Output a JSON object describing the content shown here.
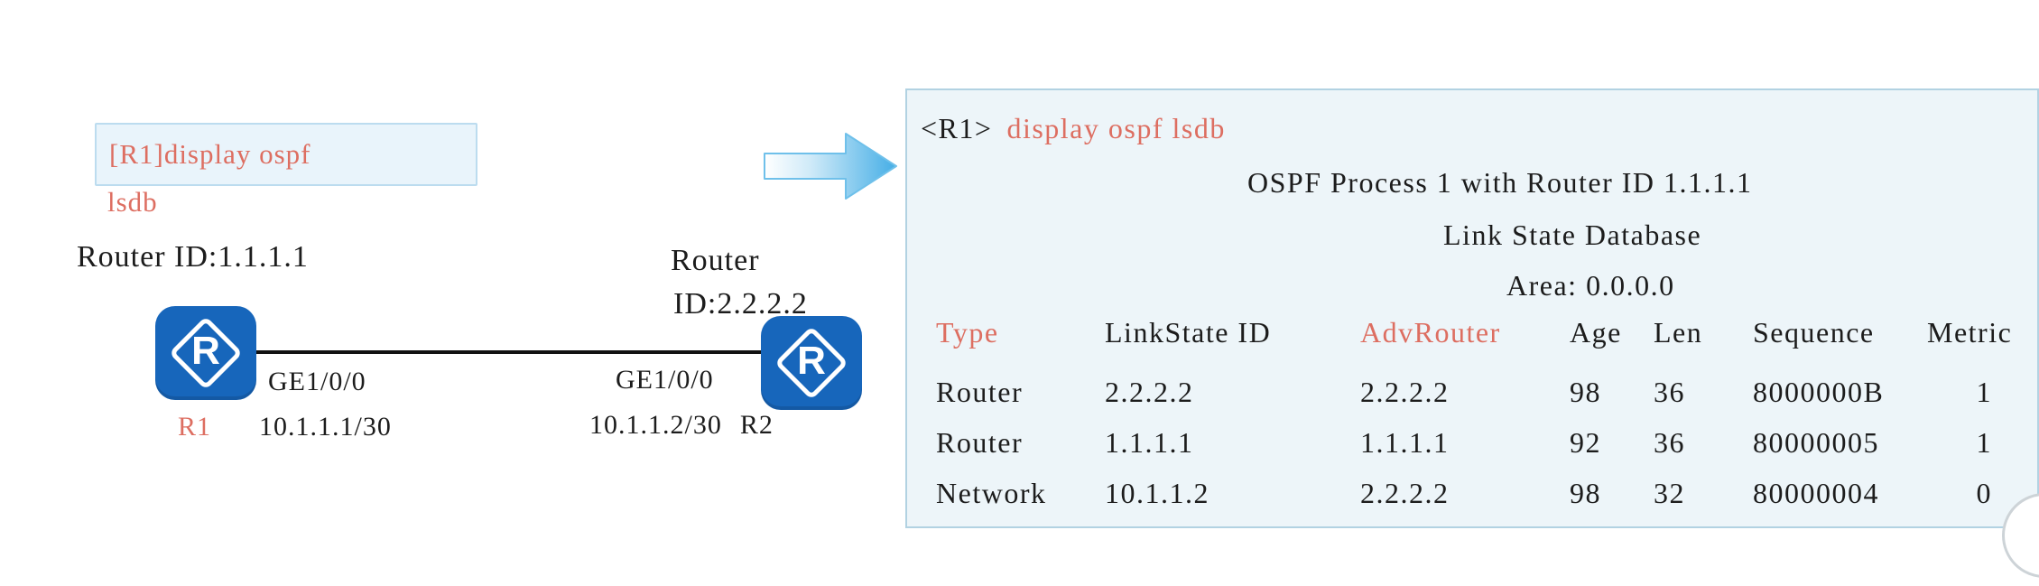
{
  "colors": {
    "accent_salmon": "#dd6e61",
    "router_blue": "#1766bb",
    "panel_bg": "#edf5f9",
    "panel_border": "#b2d2e2",
    "cmd_box_bg": "#e9f4fb",
    "cmd_box_border": "#bcdcef",
    "text_black": "#1c1c1c",
    "arrow_blue": "#45aee6"
  },
  "diagram": {
    "command_box": {
      "line1": "[R1]display ospf",
      "line2": "lsdb"
    },
    "router_icon_letter": "R",
    "r1": {
      "router_id_label": "Router ID:1.1.1.1",
      "name": "R1",
      "interface": "GE1/0/0",
      "ip": "10.1.1.1/30"
    },
    "r2": {
      "router_id_line1": "Router",
      "router_id_line2": "ID:2.2.2.2",
      "name": "R2",
      "interface": "GE1/0/0",
      "ip": "10.1.1.2/30"
    }
  },
  "terminal": {
    "prompt": "<R1>",
    "command": "display ospf lsdb",
    "info_lines": [
      "OSPF Process 1 with Router ID 1.1.1.1",
      "Link State Database",
      "Area: 0.0.0.0"
    ],
    "table": {
      "headers": [
        "Type",
        "LinkState ID",
        "AdvRouter",
        "Age",
        "Len",
        "Sequence",
        "Metric"
      ],
      "rows": [
        [
          "Router",
          "2.2.2.2",
          "2.2.2.2",
          "98",
          "36",
          "8000000B",
          "1"
        ],
        [
          "Router",
          "1.1.1.1",
          "1.1.1.1",
          "92",
          "36",
          "80000005",
          "1"
        ],
        [
          "Network",
          "10.1.1.2",
          "2.2.2.2",
          "98",
          "32",
          "80000004",
          "0"
        ]
      ]
    }
  }
}
